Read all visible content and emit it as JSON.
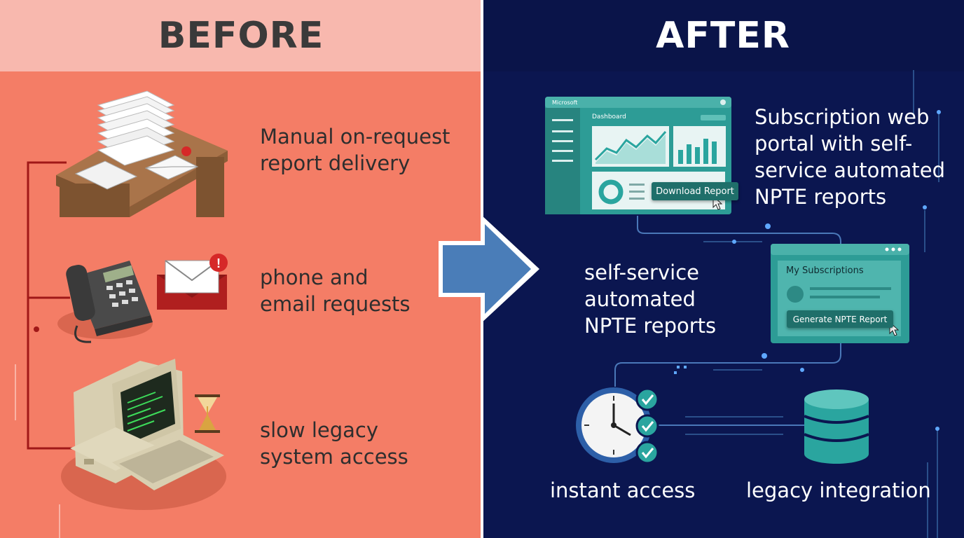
{
  "before": {
    "heading": "BEFORE",
    "items": [
      {
        "label": "Manual on-request\nreport delivery",
        "icon": "paper-stack-desk-icon"
      },
      {
        "label": "phone and\nemail requests",
        "icon": "phone-email-icon"
      },
      {
        "label": "slow legacy\nsystem access",
        "icon": "legacy-computer-icon"
      }
    ]
  },
  "after": {
    "heading": "AFTER",
    "portal_text": "Subscription web\nportal with self-\nservice automated\nNPTE reports",
    "selfservice_text": "self-service\nautomated\nNPTE reports",
    "instant_access": "instant access",
    "legacy_integration": "legacy integration",
    "dashboard": {
      "brand": "Microsoft",
      "title": "Dashboard",
      "download_button": "Download Report"
    },
    "subscriptions": {
      "title": "My Subscriptions",
      "generate_button": "Generate NPTE Report"
    }
  },
  "colors": {
    "before_bg": "#f47d66",
    "before_header": "#f8b8ae",
    "after_bg": "#0b1650",
    "teal": "#2aa59f",
    "arrow": "#4a7db8"
  }
}
